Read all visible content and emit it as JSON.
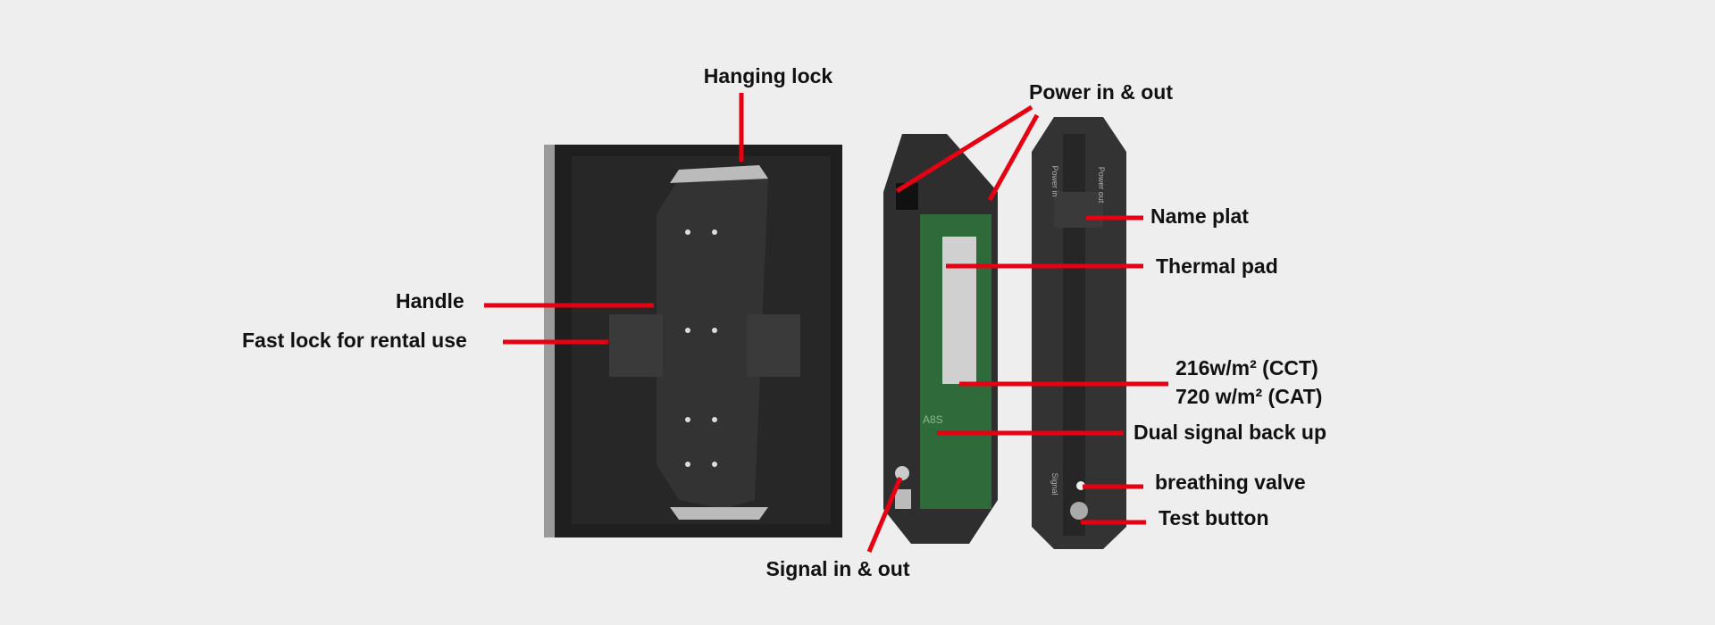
{
  "colors": {
    "background": "#eeeeee",
    "callout_line": "#e60012",
    "device": "#2e2e2e",
    "pcb": "#2f6b3a"
  },
  "labels": {
    "hanging_lock": "Hanging lock",
    "power": "Power in & out",
    "name_plat": "Name plat",
    "thermal_pad": "Thermal pad",
    "power_cct": "216w/m² (CCT)",
    "power_cat": "720 w/m² (CAT)",
    "dual_signal": "Dual signal back up",
    "breathing_valve": "breathing valve",
    "test_button": "Test button",
    "signal": "Signal in & out",
    "handle": "Handle",
    "fast_lock": "Fast lock for rental use"
  },
  "device_text": {
    "chip": "A8S",
    "power_in": "Power in",
    "power_out": "Power out",
    "signal": "Signal"
  }
}
